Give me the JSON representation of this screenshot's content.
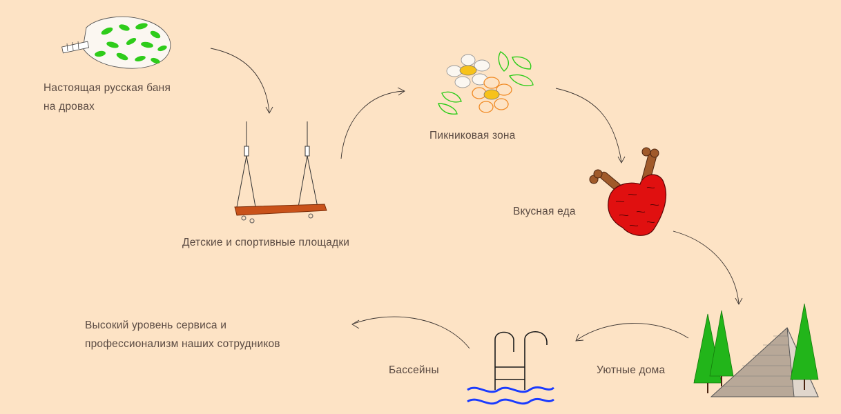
{
  "features": [
    {
      "id": "banya",
      "lines": [
        "Настоящая русская баня",
        "на дровах"
      ],
      "icon": "birch-broom-icon"
    },
    {
      "id": "playground",
      "lines": [
        "Детские и спортивные площадки"
      ],
      "icon": "swing-icon"
    },
    {
      "id": "picnic",
      "lines": [
        "Пикниковая зона"
      ],
      "icon": "flowers-icon"
    },
    {
      "id": "food",
      "lines": [
        "Вкусная еда"
      ],
      "icon": "meat-icon"
    },
    {
      "id": "houses",
      "lines": [
        "Уютные дома"
      ],
      "icon": "a-frame-house-icon"
    },
    {
      "id": "pools",
      "lines": [
        "Бассейны"
      ],
      "icon": "pool-ladder-icon"
    },
    {
      "id": "service",
      "lines": [
        "Высокий уровень сервиса и",
        "профессионализм наших сотрудников"
      ],
      "icon": ""
    }
  ],
  "colors": {
    "background": "#fde3c5",
    "text": "#5a4a42",
    "leaf_green": "#2ecc1a",
    "swing_wood": "#c9521a",
    "meat_red": "#e01010",
    "flower_orange": "#f08a24",
    "pool_blue": "#1a3bff",
    "tree_green": "#22b51a"
  }
}
